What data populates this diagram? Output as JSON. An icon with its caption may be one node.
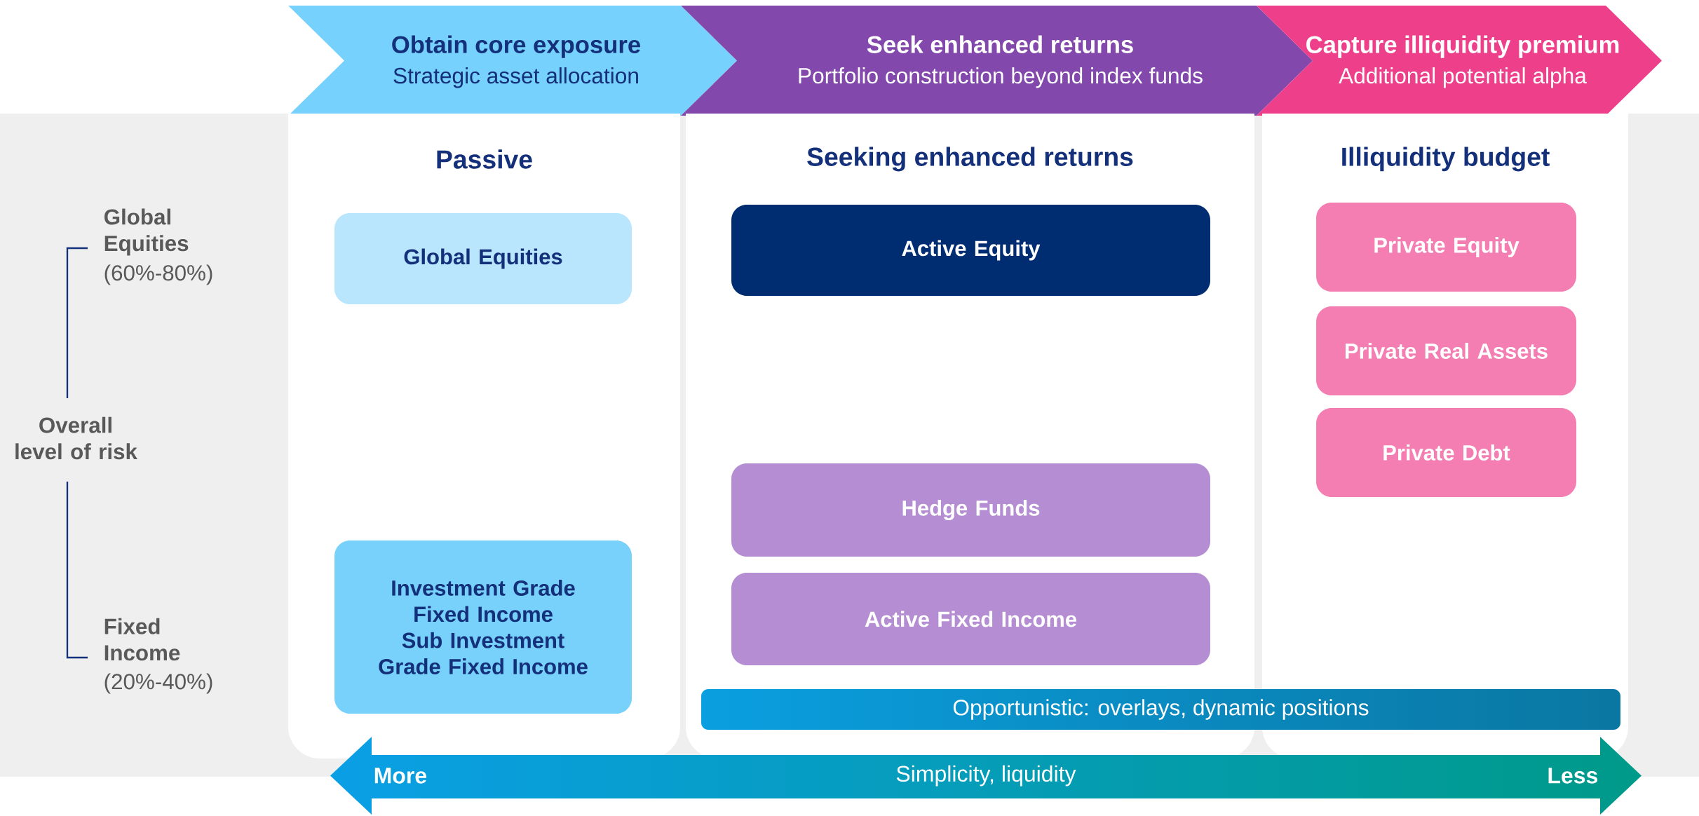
{
  "diagram": {
    "nodes": [
      {
        "text": [
          "Obtain core exposure",
          "Strategic asset allocation"
        ]
      },
      {
        "text": [
          "Seek enhanced returns",
          "Portfolio construction beyond index funds"
        ]
      },
      {
        "text": [
          "Capture illiquidity premium",
          "Additional potential alpha"
        ]
      },
      {
        "text": [
          "Passive"
        ]
      },
      {
        "text": [
          "Global Equities"
        ],
        "in": 3
      },
      {
        "text": [
          "Investment Grade Fixed Income",
          "Sub Investment Grade Fixed Income"
        ],
        "in": 3
      },
      {
        "text": [
          "Seeking enhanced returns"
        ]
      },
      {
        "text": [
          "Active Equity"
        ],
        "in": 6
      },
      {
        "text": [
          "Hedge Funds"
        ],
        "in": 6
      },
      {
        "text": [
          "Active Fixed Income"
        ],
        "in": 6
      },
      {
        "text": [
          "Illiquidity budget"
        ]
      },
      {
        "text": [
          "Private Equity"
        ],
        "in": 10
      },
      {
        "text": [
          "Private Real Assets"
        ],
        "in": 10
      },
      {
        "text": [
          "Private Debt"
        ],
        "in": 10
      },
      {
        "text": [
          "Opportunistic: overlays, dynamic positions"
        ]
      },
      {
        "text": [
          "More",
          "Simplicity, liquidity",
          "Less"
        ]
      }
    ],
    "labels": [
      "Global Equities",
      "(60%-80%)",
      "Overall level of risk",
      "Fixed Income",
      "(20%-40%)"
    ]
  }
}
